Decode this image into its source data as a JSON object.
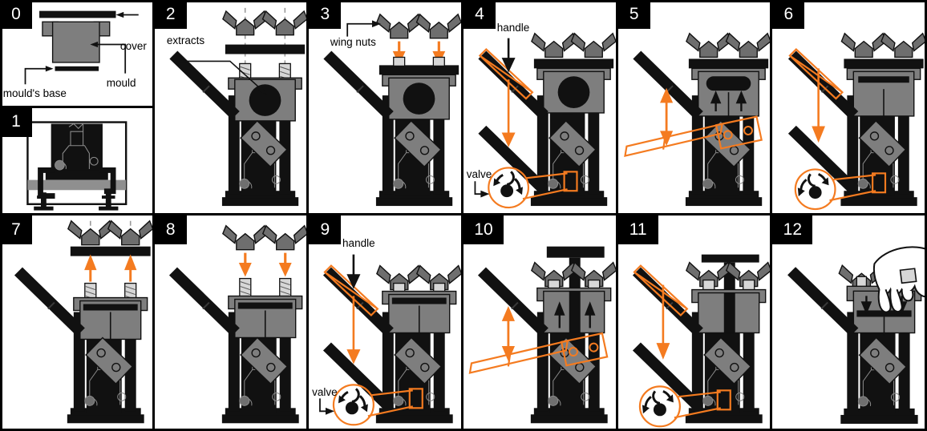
{
  "document": {
    "title": "Hydraulic mould press — step-by-step assembly instructions",
    "kind": "numbered-instruction-panel-sequence",
    "panel_count": 13,
    "grid": {
      "columns": 6,
      "rows": 2
    }
  },
  "colors": {
    "accent_orange": "#F47B20",
    "frame_black": "#121212",
    "machine_gray": "#7E7E7E",
    "machine_gray_light": "#9C9C9C",
    "machine_gray_dark": "#5C5C5C",
    "paper_white": "#FFFFFF",
    "badge_bg": "#000000",
    "badge_text": "#FFFFFF"
  },
  "panels": [
    {
      "number": "0",
      "name": "parts-legend",
      "labels": [
        {
          "text": "cover",
          "target": "top-plate"
        },
        {
          "text": "mould",
          "target": "mould-body"
        },
        {
          "text": "mould's base",
          "target": "base-plate"
        }
      ]
    },
    {
      "number": "1",
      "name": "clamped-mould-detail",
      "labels": []
    },
    {
      "number": "2",
      "name": "insert-mould-into-press",
      "labels": [
        {
          "text": "extracts",
          "target": "mould-extract-disc"
        }
      ]
    },
    {
      "number": "3",
      "name": "fit-wing-nuts",
      "labels": [
        {
          "text": "wing nuts",
          "target": "wing-nut-pair"
        }
      ]
    },
    {
      "number": "4",
      "name": "insert-handle-close-valve",
      "labels": [
        {
          "text": "handle",
          "target": "lever-handle"
        },
        {
          "text": "valve",
          "target": "release-valve"
        }
      ]
    },
    {
      "number": "5",
      "name": "pump-handle-ram-rises",
      "labels": []
    },
    {
      "number": "6",
      "name": "open-valve-ram-lowers",
      "labels": []
    },
    {
      "number": "7",
      "name": "remove-wing-nuts-and-cover",
      "labels": []
    },
    {
      "number": "8",
      "name": "refit-wing-nuts",
      "labels": []
    },
    {
      "number": "9",
      "name": "insert-handle-close-valve-again",
      "labels": [
        {
          "text": "handle",
          "target": "lever-handle"
        },
        {
          "text": "valve",
          "target": "release-valve"
        }
      ]
    },
    {
      "number": "10",
      "name": "pump-handle-extract-rises",
      "labels": []
    },
    {
      "number": "11",
      "name": "open-valve-lower-again",
      "labels": []
    },
    {
      "number": "12",
      "name": "remove-finished-block-by-hand",
      "labels": []
    }
  ]
}
